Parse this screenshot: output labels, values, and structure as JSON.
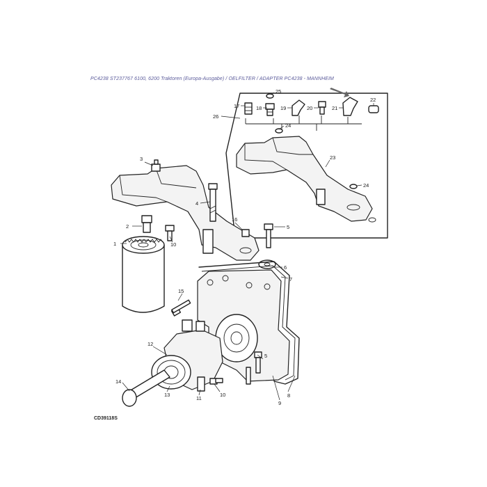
{
  "header": {
    "title": "PC4238 ST237767 6100, 6200 Traktoren (Europa-Ausgabe) / OELFILTER / ADAPTER PC4238 - MANNHEIM"
  },
  "footer": {
    "drawing_code": "CD39118S"
  },
  "callouts": [
    {
      "id": "1",
      "label": "1"
    },
    {
      "id": "2",
      "label": "2"
    },
    {
      "id": "3",
      "label": "3"
    },
    {
      "id": "4",
      "label": "4"
    },
    {
      "id": "5a",
      "label": "5"
    },
    {
      "id": "5b",
      "label": "5"
    },
    {
      "id": "6",
      "label": "6"
    },
    {
      "id": "7",
      "label": "7"
    },
    {
      "id": "8",
      "label": "8"
    },
    {
      "id": "9",
      "label": "9"
    },
    {
      "id": "10a",
      "label": "10"
    },
    {
      "id": "10b",
      "label": "10"
    },
    {
      "id": "11",
      "label": "11"
    },
    {
      "id": "12",
      "label": "12"
    },
    {
      "id": "13",
      "label": "13"
    },
    {
      "id": "14",
      "label": "14"
    },
    {
      "id": "15",
      "label": "15"
    },
    {
      "id": "16",
      "label": "16"
    },
    {
      "id": "17",
      "label": "17"
    },
    {
      "id": "18",
      "label": "18"
    },
    {
      "id": "19",
      "label": "19"
    },
    {
      "id": "20",
      "label": "20"
    },
    {
      "id": "21",
      "label": "21"
    },
    {
      "id": "22",
      "label": "22"
    },
    {
      "id": "23",
      "label": "23"
    },
    {
      "id": "24a",
      "label": "24"
    },
    {
      "id": "24b",
      "label": "24"
    },
    {
      "id": "25",
      "label": "25"
    },
    {
      "id": "26",
      "label": "26"
    }
  ]
}
